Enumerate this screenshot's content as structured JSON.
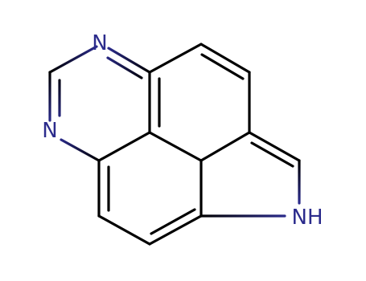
{
  "molecule": {
    "atoms": {
      "n1": "N",
      "n2": "N",
      "nh": "NH"
    },
    "colors": {
      "bond": "#000000",
      "heteroatom": "#2b2b8c"
    }
  }
}
